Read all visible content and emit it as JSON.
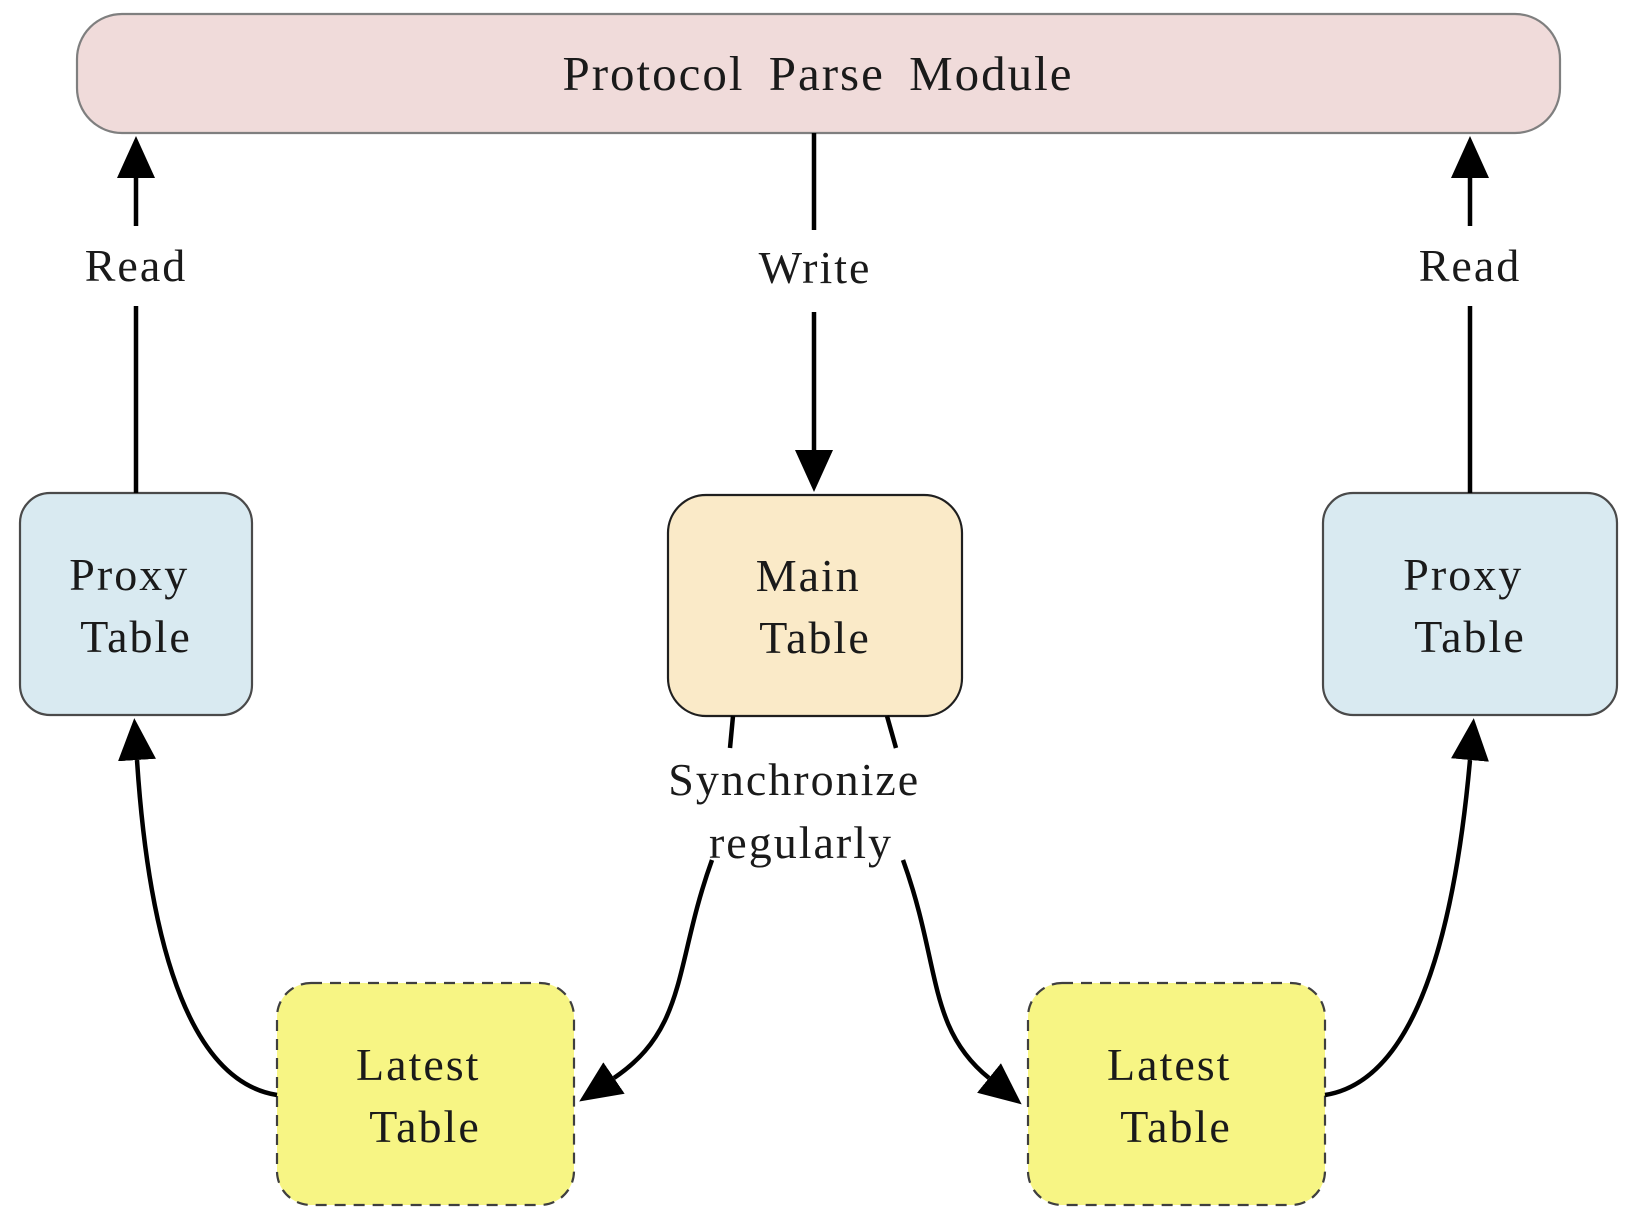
{
  "diagram": {
    "title_node": {
      "label": "Protocol Parse Module"
    },
    "nodes": {
      "proxy_left": {
        "line1": "Proxy",
        "line2": "Table"
      },
      "main": {
        "line1": "Main",
        "line2": "Table"
      },
      "proxy_right": {
        "line1": "Proxy",
        "line2": "Table"
      },
      "latest_left": {
        "line1": "Latest",
        "line2": "Table"
      },
      "latest_right": {
        "line1": "Latest",
        "line2": "Table"
      }
    },
    "edges": {
      "read_left": {
        "label": "Read"
      },
      "write": {
        "label": "Write"
      },
      "read_right": {
        "label": "Read"
      },
      "sync": {
        "line1": "Synchronize",
        "line2": "regularly"
      }
    },
    "colors": {
      "protocol_fill": "#f0dbda",
      "protocol_stroke": "#7f7f7f",
      "proxy_fill": "#d9eaf1",
      "proxy_stroke": "#4a4a4a",
      "main_fill": "#faeac8",
      "main_stroke": "#1f1f1f",
      "latest_fill": "#f7f584",
      "latest_stroke": "#3f3f3f",
      "line": "#000000"
    }
  }
}
